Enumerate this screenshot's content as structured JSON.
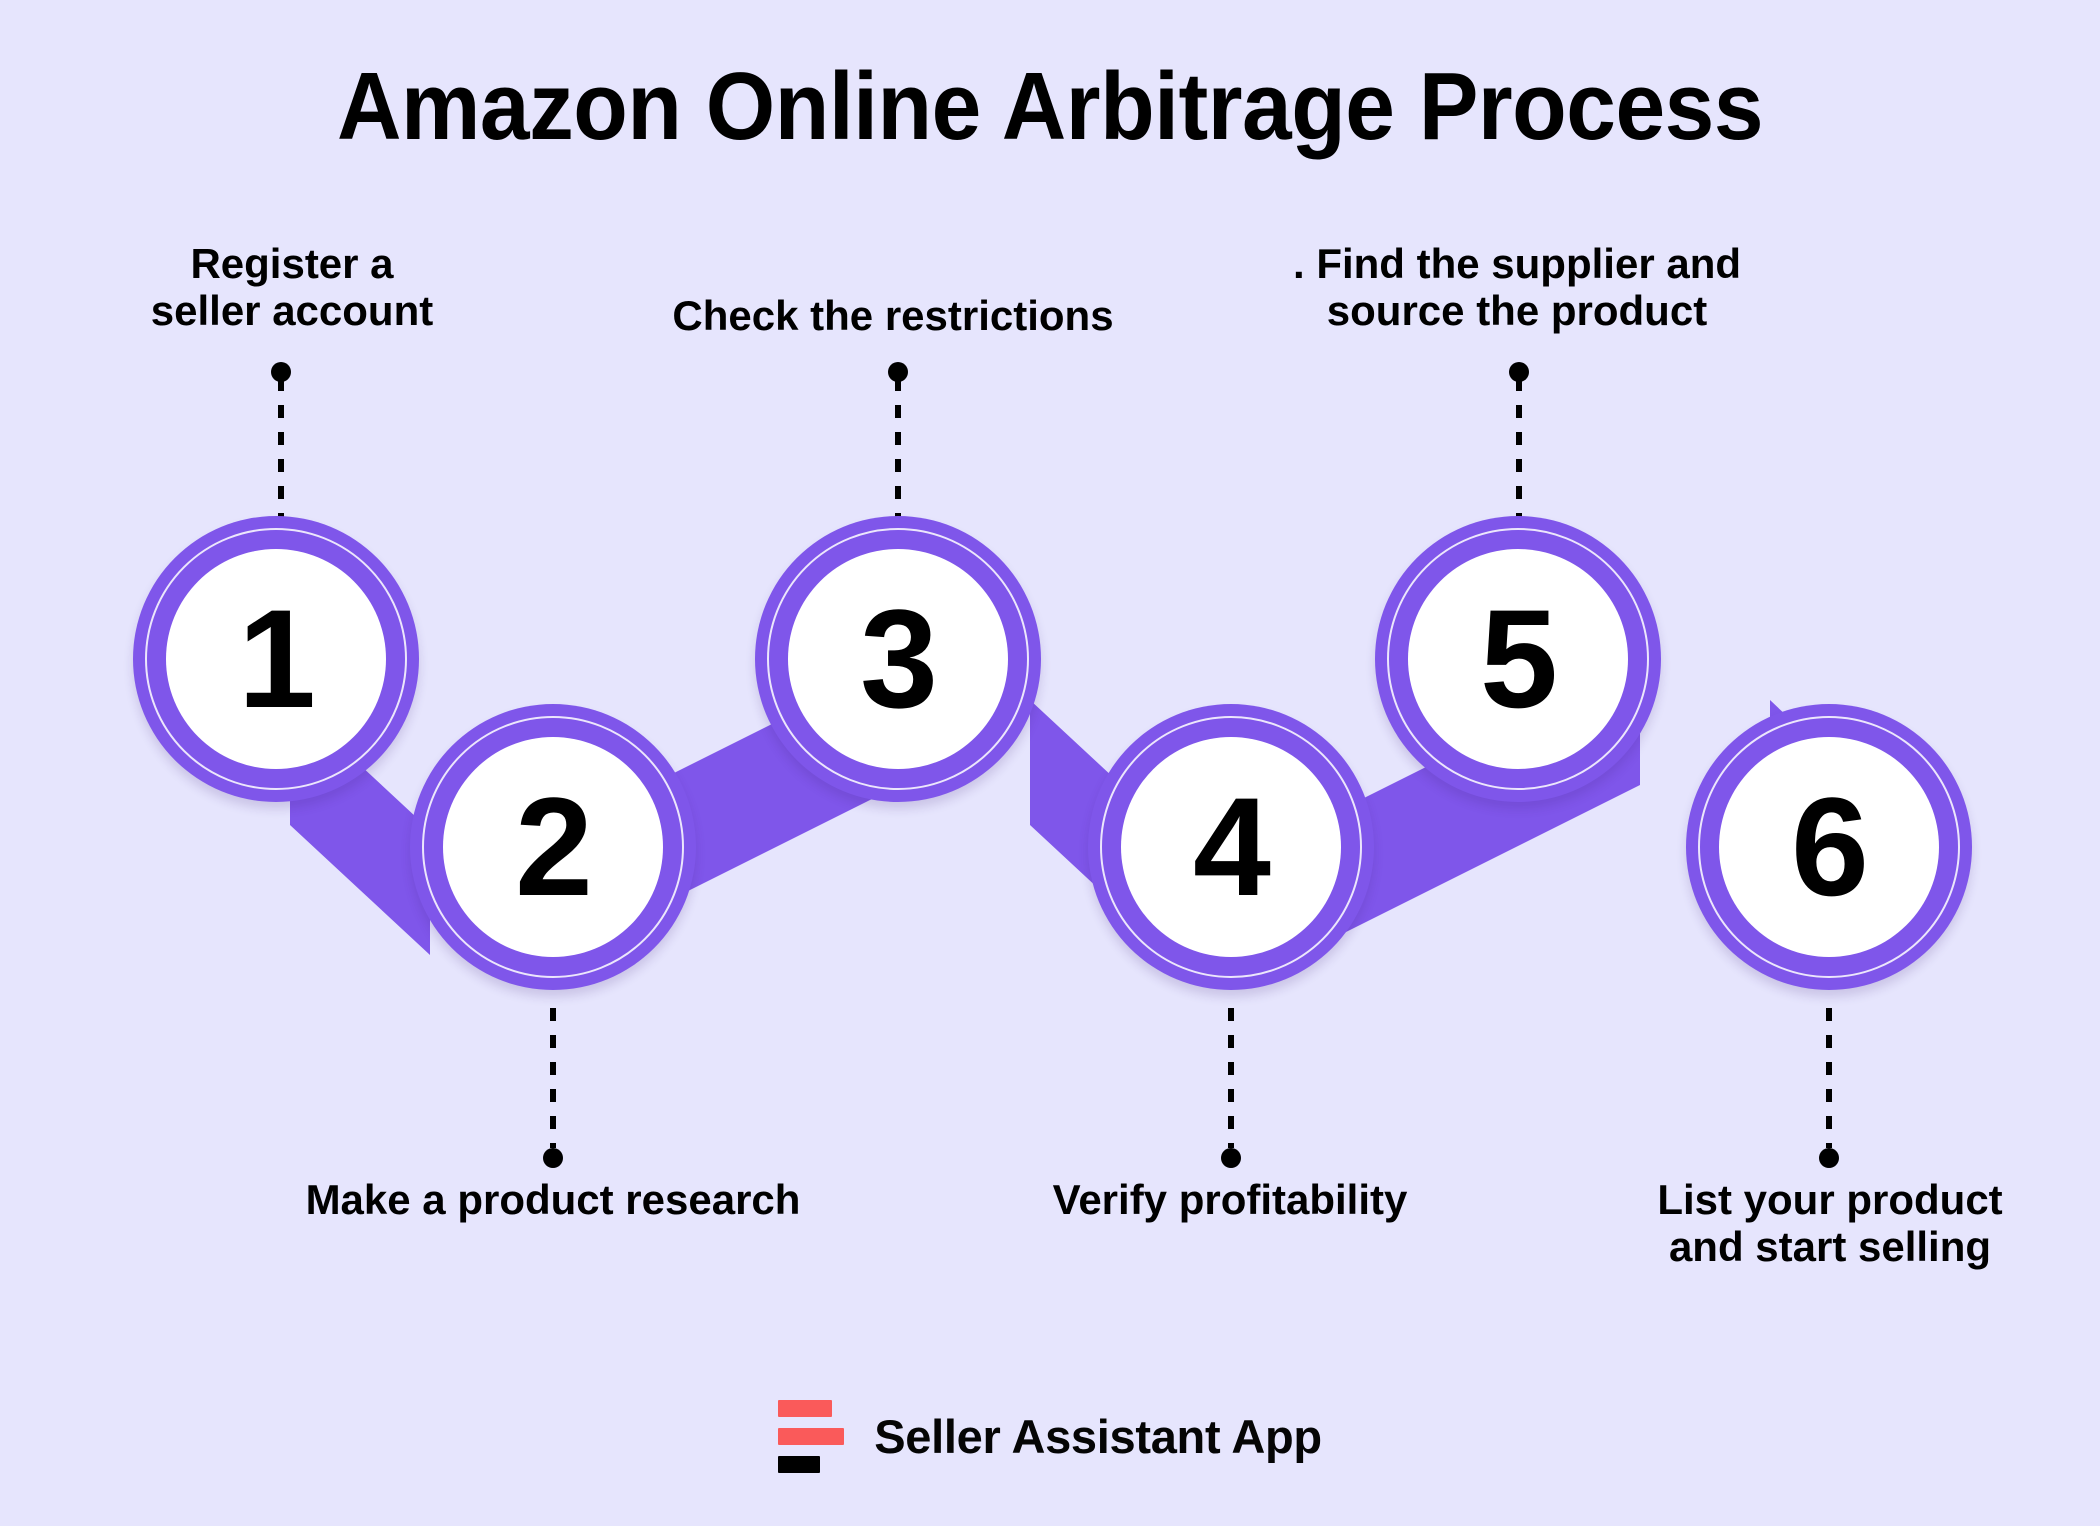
{
  "title": "Amazon Online Arbitrage Process",
  "theme": {
    "background": "#e6e5fd",
    "accent_purple": "#7f56ea",
    "circle_fill": "#ffffff",
    "text": "#000000",
    "brand_coral": "#fa5a5a"
  },
  "steps": [
    {
      "number": "1",
      "label": "Register a\nseller account",
      "position": "above"
    },
    {
      "number": "2",
      "label": "Make a product research",
      "position": "below"
    },
    {
      "number": "3",
      "label": "Check the restrictions",
      "position": "above"
    },
    {
      "number": "4",
      "label": "Verify profitability",
      "position": "below"
    },
    {
      "number": "5",
      "label": ". Find the supplier and\nsource the product",
      "position": "above"
    },
    {
      "number": "6",
      "label": "List your product\nand start selling",
      "position": "below"
    }
  ],
  "brand": {
    "name": "Seller Assistant App",
    "logo": "three-bars-logo"
  }
}
